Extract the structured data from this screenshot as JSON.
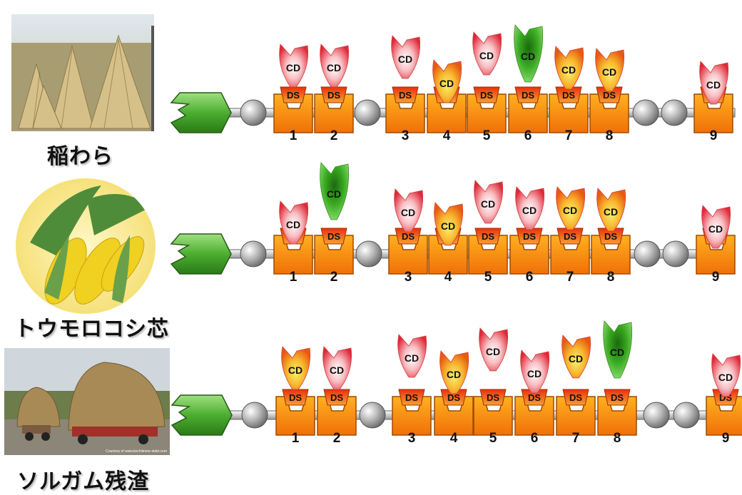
{
  "rows": [
    {
      "crop_label": "稲わら",
      "slots": [
        {
          "num": "1",
          "cd": "red"
        },
        {
          "num": "2",
          "cd": "red"
        },
        {
          "num": "3",
          "cd": "red"
        },
        {
          "num": "4",
          "cd": "orange"
        },
        {
          "num": "5",
          "cd": "red"
        },
        {
          "num": "6",
          "cd": "green"
        },
        {
          "num": "7",
          "cd": "orange"
        },
        {
          "num": "8",
          "cd": "orange"
        },
        {
          "num": "9",
          "cd": "red"
        }
      ]
    },
    {
      "crop_label": "トウモロコシ芯",
      "slots": [
        {
          "num": "1",
          "cd": "red"
        },
        {
          "num": "2",
          "cd": "green"
        },
        {
          "num": "3",
          "cd": "red"
        },
        {
          "num": "4",
          "cd": "orange"
        },
        {
          "num": "5",
          "cd": "red"
        },
        {
          "num": "6",
          "cd": "red"
        },
        {
          "num": "7",
          "cd": "orange"
        },
        {
          "num": "8",
          "cd": "orange"
        },
        {
          "num": "9",
          "cd": "red"
        }
      ]
    },
    {
      "crop_label": "ソルガム残渣",
      "slots": [
        {
          "num": "1",
          "cd": "orange"
        },
        {
          "num": "2",
          "cd": "red"
        },
        {
          "num": "3",
          "cd": "red"
        },
        {
          "num": "4",
          "cd": "orange"
        },
        {
          "num": "5",
          "cd": "red"
        },
        {
          "num": "6",
          "cd": "red"
        },
        {
          "num": "7",
          "cd": "orange"
        },
        {
          "num": "8",
          "cd": "green"
        },
        {
          "num": "9",
          "cd": "red"
        }
      ]
    }
  ],
  "cd_label": "CD",
  "ds_label": "DS",
  "photo_credit": "Courtesy of www.kechilenne-sidet.com",
  "colors": {
    "red": "#e8404a",
    "orange": "#f08a10",
    "green": "#2fa018",
    "ds_fill": "#f07010",
    "slot_fill": "#f7a020",
    "linker": "#9a9a9a",
    "head": "#5cb03c"
  }
}
